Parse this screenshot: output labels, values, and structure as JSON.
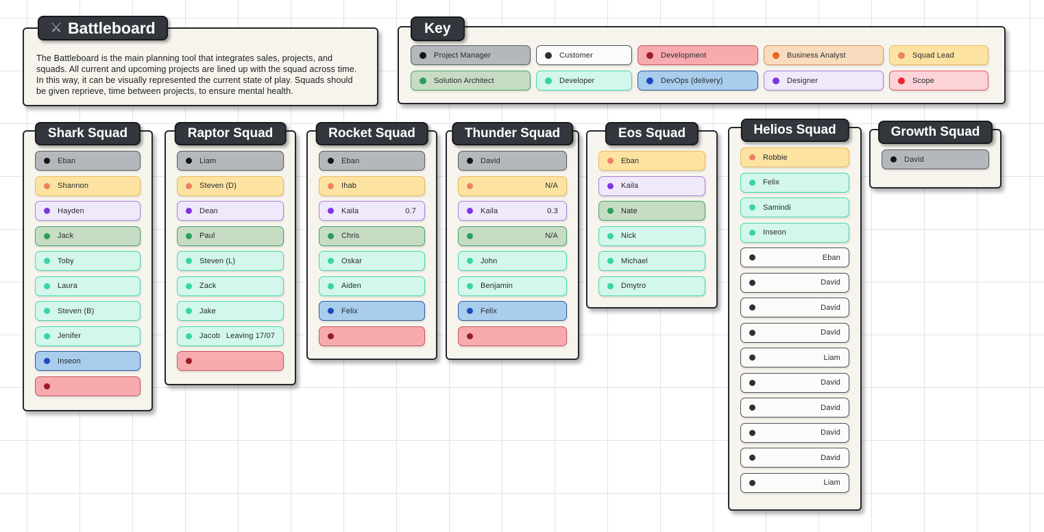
{
  "note": {
    "title": "Battleboard",
    "icon": "crossed-swords",
    "description": "The Battleboard is the main planning tool that integrates sales, projects, and squads. All current and upcoming projects are lined up with the squad across time. In this way, it can be visually represented the current state of play. Squads should be given reprieve, time between projects, to ensure mental health."
  },
  "key": {
    "title": "Key",
    "items": [
      {
        "label": "Project Manager",
        "role": "pm"
      },
      {
        "label": "Customer",
        "role": "customer"
      },
      {
        "label": "Development",
        "role": "development"
      },
      {
        "label": "Business Analyst",
        "role": "ba"
      },
      {
        "label": "Squad Lead",
        "role": "lead"
      },
      {
        "label": "Solution Architect",
        "role": "sa"
      },
      {
        "label": "Developer",
        "role": "dev"
      },
      {
        "label": "DevOps (delivery)",
        "role": "devops"
      },
      {
        "label": "Designer",
        "role": "designer"
      },
      {
        "label": "Scope",
        "role": "scope"
      }
    ]
  },
  "role_colors": {
    "pm": {
      "bg": "#b4b8bd",
      "border": "#56595f",
      "dot": "#151619"
    },
    "customer": {
      "bg": "#fbfbf9",
      "border": "#4b4f55",
      "dot": "#2d3136"
    },
    "development": {
      "bg": "#f7abaf",
      "border": "#c8555e",
      "dot": "#991c27"
    },
    "ba": {
      "bg": "#f9dcbd",
      "border": "#db9455",
      "dot": "#e9641f"
    },
    "lead": {
      "bg": "#fce3a1",
      "border": "#e9bb58",
      "dot": "#ee8065"
    },
    "sa": {
      "bg": "#c7ddc3",
      "border": "#46a069",
      "dot": "#2a9e5e"
    },
    "dev": {
      "bg": "#d3f7ea",
      "border": "#44d8aa",
      "dot": "#38d5a2"
    },
    "devops": {
      "bg": "#a9cdec",
      "border": "#2d5aa0",
      "dot": "#1c49c0"
    },
    "designer": {
      "bg": "#f0e8fb",
      "border": "#ac7ede",
      "dot": "#7c35e4"
    },
    "scope": {
      "bg": "#fcd3d9",
      "border": "#e9545f",
      "dot": "#e52630"
    }
  },
  "squads": [
    {
      "name": "Shark Squad",
      "members": [
        {
          "name": "Eban",
          "role": "pm"
        },
        {
          "name": "Shannon",
          "role": "lead"
        },
        {
          "name": "Hayden",
          "role": "designer"
        },
        {
          "name": "Jack",
          "role": "sa"
        },
        {
          "name": "Toby",
          "role": "dev"
        },
        {
          "name": "Laura",
          "role": "dev"
        },
        {
          "name": "Steven (B)",
          "role": "dev"
        },
        {
          "name": "Jenifer",
          "role": "dev"
        },
        {
          "name": "Inseon",
          "role": "devops"
        },
        {
          "name": "",
          "role": "development"
        }
      ]
    },
    {
      "name": "Raptor Squad",
      "members": [
        {
          "name": "Liam",
          "role": "pm"
        },
        {
          "name": "Steven (D)",
          "role": "lead"
        },
        {
          "name": "Dean",
          "role": "designer"
        },
        {
          "name": "Paul",
          "role": "sa"
        },
        {
          "name": "Steven (L)",
          "role": "dev"
        },
        {
          "name": "Zack",
          "role": "dev"
        },
        {
          "name": "Jake",
          "role": "dev"
        },
        {
          "name": "Jacob",
          "value": "Leaving 17/07",
          "role": "dev"
        },
        {
          "name": "",
          "role": "development"
        }
      ]
    },
    {
      "name": "Rocket Squad",
      "members": [
        {
          "name": "Eban",
          "role": "pm"
        },
        {
          "name": "Ihab",
          "role": "lead"
        },
        {
          "name": "Kaila",
          "value": "0.7",
          "role": "designer"
        },
        {
          "name": "Chris",
          "role": "sa"
        },
        {
          "name": "Oskar",
          "role": "dev"
        },
        {
          "name": "Aiden",
          "role": "dev"
        },
        {
          "name": "Felix",
          "role": "devops"
        },
        {
          "name": "",
          "role": "development"
        }
      ]
    },
    {
      "name": "Thunder Squad",
      "members": [
        {
          "name": "David",
          "role": "pm"
        },
        {
          "name": "",
          "value": "N/A",
          "role": "lead"
        },
        {
          "name": "Kaila",
          "value": "0.3",
          "role": "designer"
        },
        {
          "name": "",
          "value": "N/A",
          "role": "sa"
        },
        {
          "name": "John",
          "role": "dev"
        },
        {
          "name": "Benjamin",
          "role": "dev"
        },
        {
          "name": "Felix",
          "role": "devops"
        },
        {
          "name": "",
          "role": "development"
        }
      ]
    },
    {
      "name": "Eos Squad",
      "members": [
        {
          "name": "Eban",
          "role": "lead"
        },
        {
          "name": "Kaila",
          "role": "designer"
        },
        {
          "name": "Nate",
          "role": "sa"
        },
        {
          "name": "Nick",
          "role": "dev"
        },
        {
          "name": "Michael",
          "role": "dev"
        },
        {
          "name": "Dmytro",
          "role": "dev"
        }
      ]
    },
    {
      "name": "Helios Squad",
      "members": [
        {
          "name": "Robbie",
          "role": "lead"
        },
        {
          "name": "Felix",
          "role": "dev"
        },
        {
          "name": "Samindi",
          "role": "dev"
        },
        {
          "name": "Inseon",
          "role": "dev"
        },
        {
          "name": "",
          "value": "Eban",
          "role": "customer"
        },
        {
          "name": "",
          "value": "David",
          "role": "customer"
        },
        {
          "name": "",
          "value": "David",
          "role": "customer"
        },
        {
          "name": "",
          "value": "David",
          "role": "customer"
        },
        {
          "name": "",
          "value": "Liam",
          "role": "customer"
        },
        {
          "name": "",
          "value": "David",
          "role": "customer"
        },
        {
          "name": "",
          "value": "David",
          "role": "customer"
        },
        {
          "name": "",
          "value": "David",
          "role": "customer"
        },
        {
          "name": "",
          "value": "David",
          "role": "customer"
        },
        {
          "name": "",
          "value": "Liam",
          "role": "customer"
        }
      ]
    },
    {
      "name": "Growth Squad",
      "members": [
        {
          "name": "David",
          "role": "pm"
        }
      ]
    }
  ]
}
